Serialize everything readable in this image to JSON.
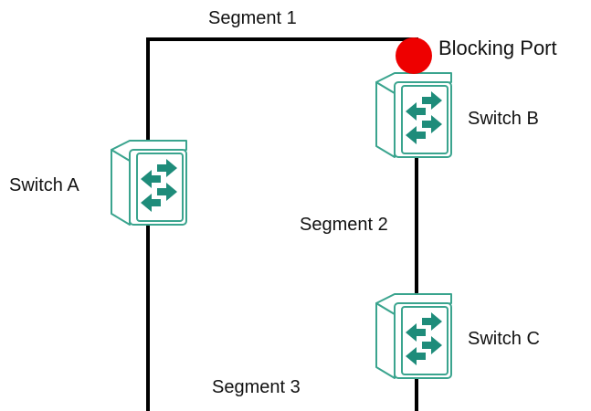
{
  "labels": {
    "segment_1": "Segment 1",
    "segment_2": "Segment 2",
    "segment_3": "Segment 3",
    "switch_a": "Switch A",
    "switch_b": "Switch B",
    "switch_c": "Switch C",
    "blocking_port": "Blocking Port"
  },
  "colors": {
    "switch_outline": "#3aa48e",
    "switch_arrows": "#1e8c7a",
    "blocking_port": "#ee0000",
    "link": "#000000"
  },
  "icons": {
    "switch": "network-switch-icon",
    "blocking_port": "red-dot-icon"
  }
}
